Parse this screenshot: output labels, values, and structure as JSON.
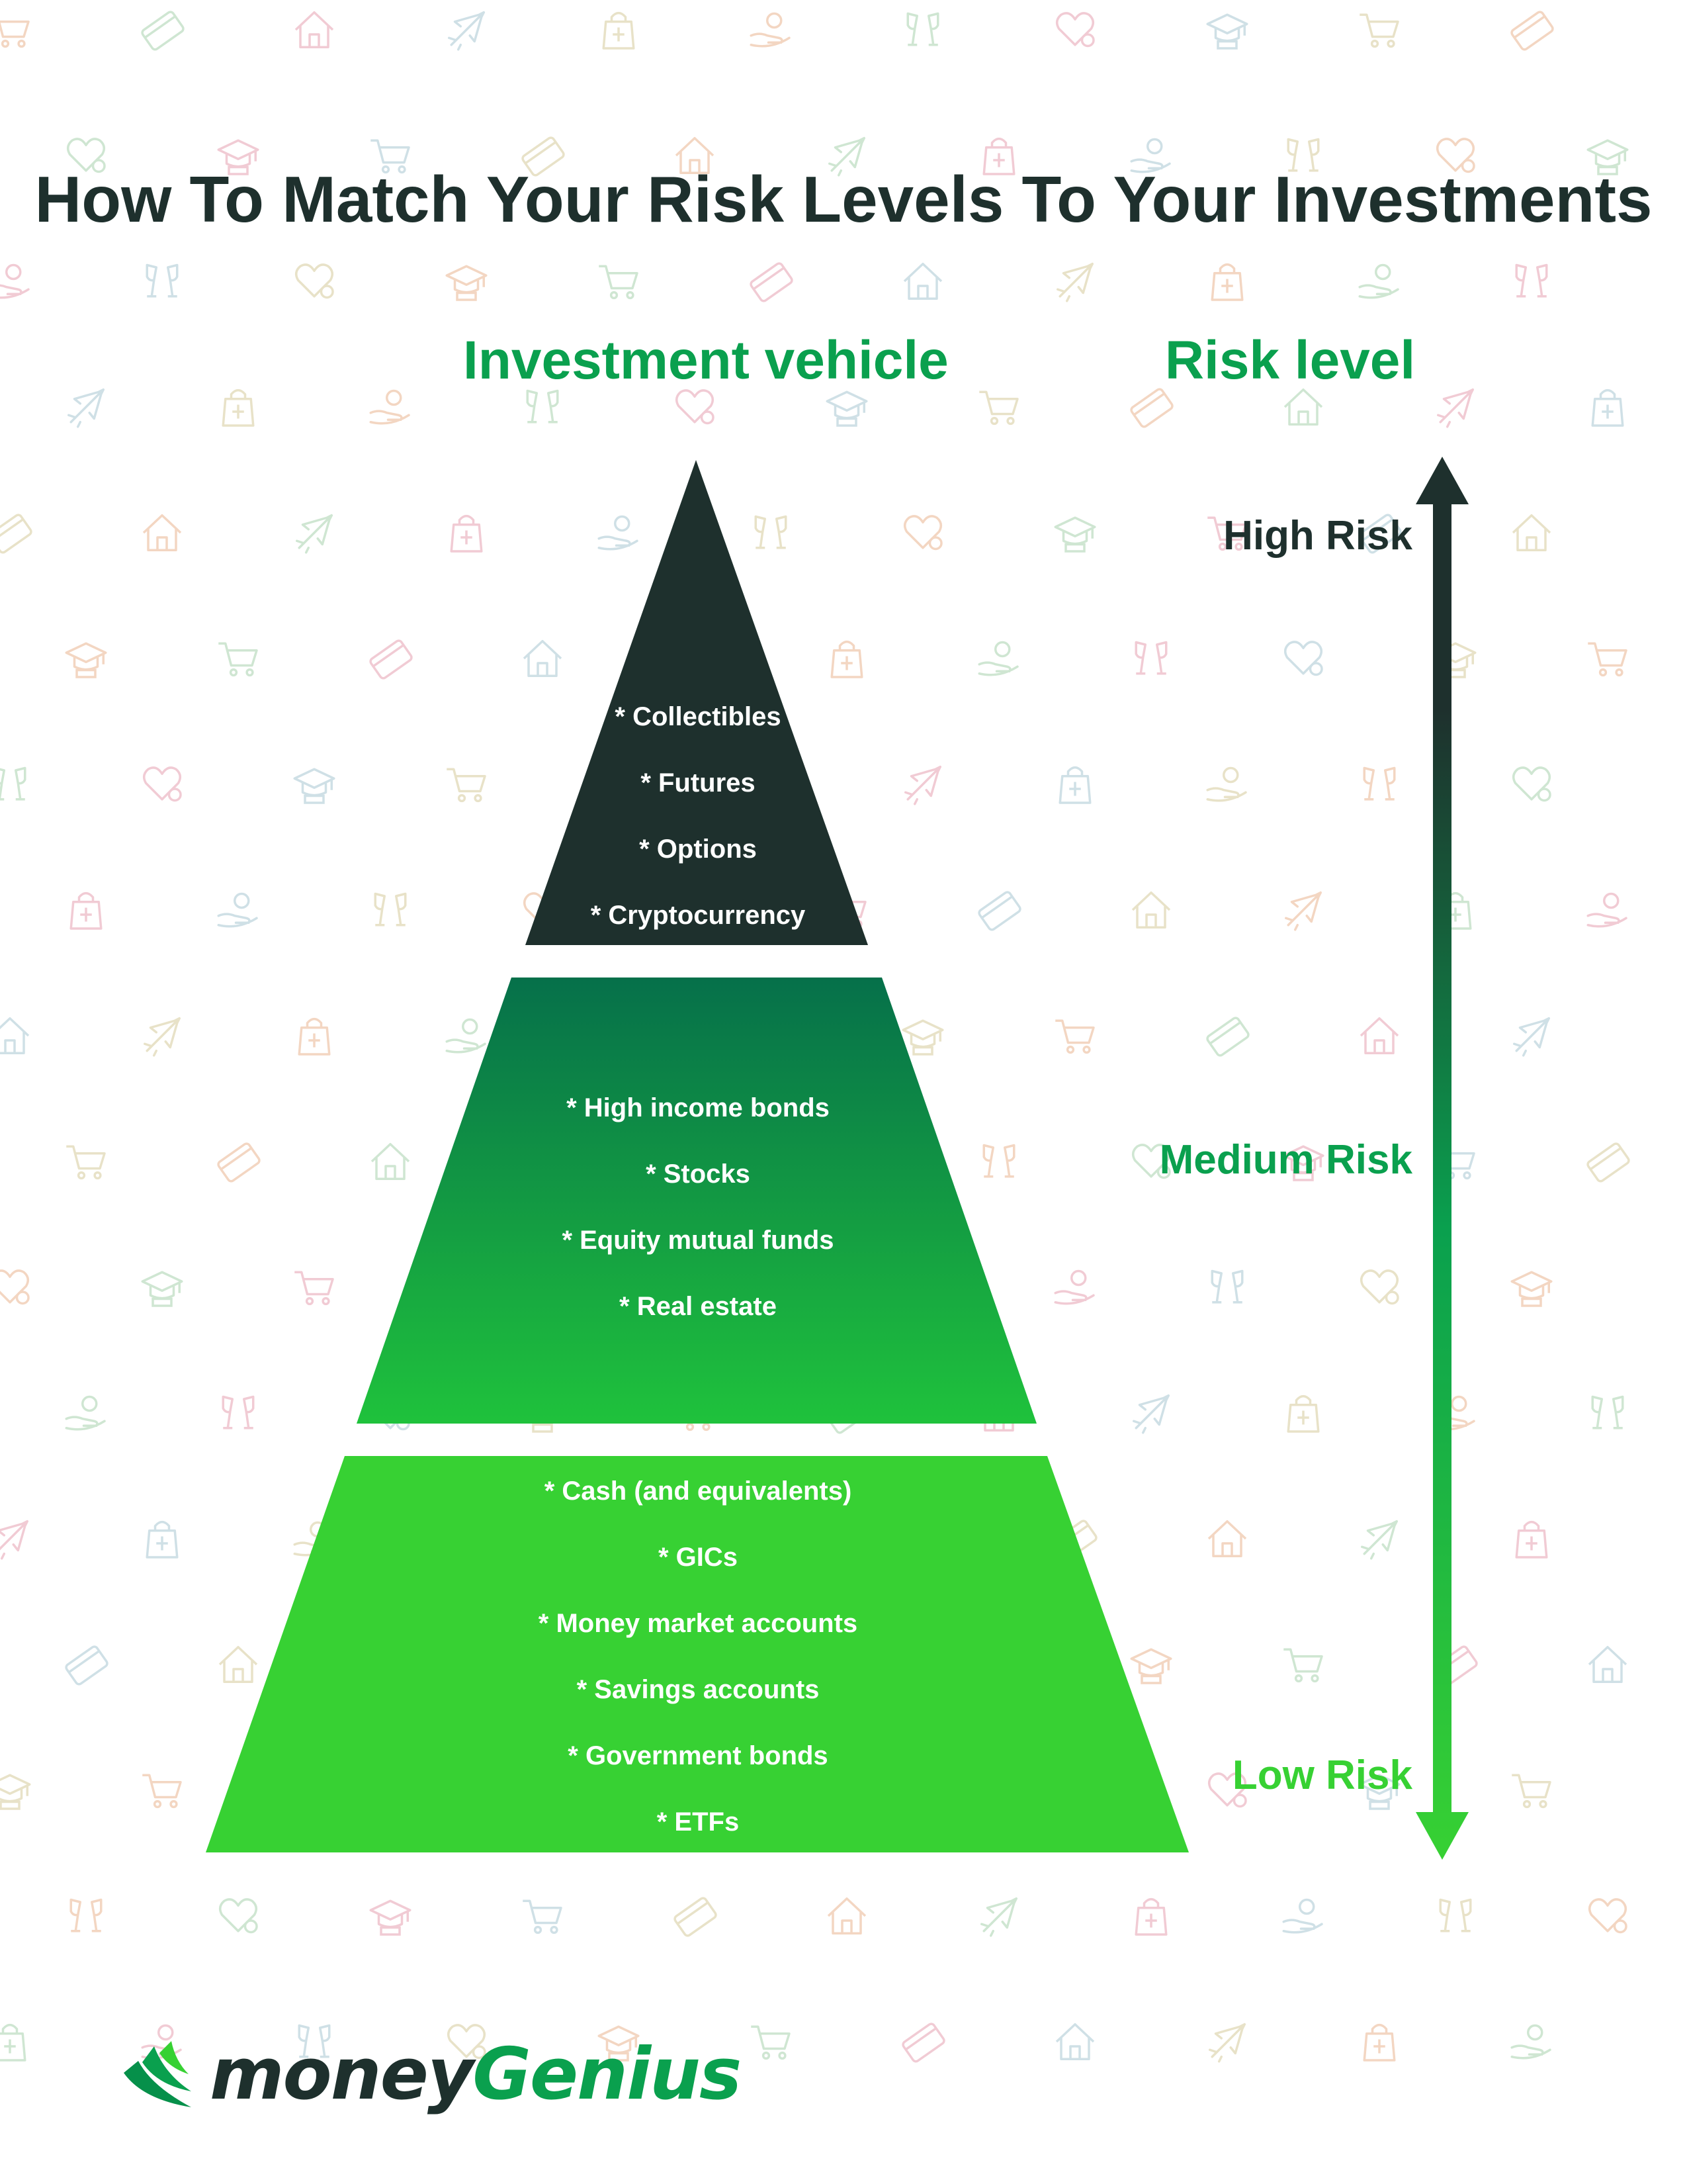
{
  "title": "How To Match Your Risk Levels To Your Investments",
  "columns": {
    "vehicle": "Investment vehicle",
    "risk": "Risk level"
  },
  "risk_levels": {
    "high": "High Risk",
    "medium": "Medium Risk",
    "low": "Low Risk"
  },
  "tiers": {
    "high": [
      "* Collectibles",
      "* Futures",
      "* Options",
      "* Cryptocurrency"
    ],
    "medium": [
      "* High income bonds",
      "* Stocks",
      "* Equity mutual funds",
      "* Real estate"
    ],
    "low": [
      "* Cash (and equivalents)",
      "* GICs",
      "* Money market accounts",
      "* Savings accounts",
      "* Government bonds",
      "* ETFs"
    ]
  },
  "brand": {
    "part1": "money",
    "part2": "Genius"
  },
  "colors": {
    "dark": "#1e302d",
    "green": "#0aa04e",
    "bright_green": "#37d133",
    "mid_green": "#06904a"
  },
  "background_icons": [
    "shopping-cart-icon",
    "money-hand-icon",
    "credit-card-icon",
    "champagne-glasses-icon",
    "house-icon",
    "heart-icon",
    "airplane-icon",
    "graduation-cap-icon",
    "grocery-bag-icon"
  ]
}
